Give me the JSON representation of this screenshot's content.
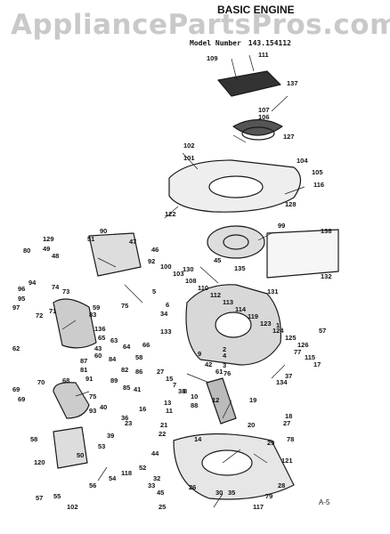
{
  "watermark": "AppliancePartsPros.com",
  "title": "BASIC ENGINE",
  "model": {
    "label": "Model Number",
    "value": "143.154112"
  },
  "sheet_id": "A-5",
  "callouts": [
    "109",
    "111",
    "137",
    "107",
    "106",
    "127",
    "102",
    "101",
    "104",
    "105",
    "116",
    "128",
    "122",
    "90",
    "99",
    "138",
    "129",
    "51",
    "47",
    "46",
    "45",
    "130",
    "135",
    "131",
    "132",
    "57",
    "49",
    "48",
    "80",
    "96",
    "95",
    "94",
    "74",
    "73",
    "97",
    "72",
    "71",
    "62",
    "83",
    "59",
    "75",
    "136",
    "43",
    "65",
    "60",
    "87",
    "63",
    "64",
    "66",
    "58",
    "133",
    "34",
    "5",
    "6",
    "1",
    "2",
    "9",
    "3",
    "4",
    "76",
    "77",
    "115",
    "17",
    "42",
    "61",
    "37",
    "134",
    "69",
    "70",
    "69",
    "68",
    "75",
    "40",
    "36",
    "21",
    "22",
    "13",
    "11",
    "12",
    "19",
    "20",
    "18",
    "27",
    "78",
    "58",
    "93",
    "39",
    "23",
    "14",
    "10",
    "8",
    "27",
    "29",
    "121",
    "120",
    "50",
    "53",
    "52",
    "44",
    "33",
    "45",
    "32",
    "25",
    "26",
    "35",
    "30",
    "28",
    "79",
    "117",
    "57",
    "55",
    "56",
    "54",
    "118",
    "102",
    "41",
    "16",
    "15",
    "7",
    "38",
    "88",
    "89",
    "85",
    "86",
    "82",
    "84",
    "81",
    "91",
    "92",
    "100",
    "103",
    "108",
    "110",
    "112",
    "113",
    "114",
    "119",
    "123",
    "124",
    "125",
    "126"
  ]
}
